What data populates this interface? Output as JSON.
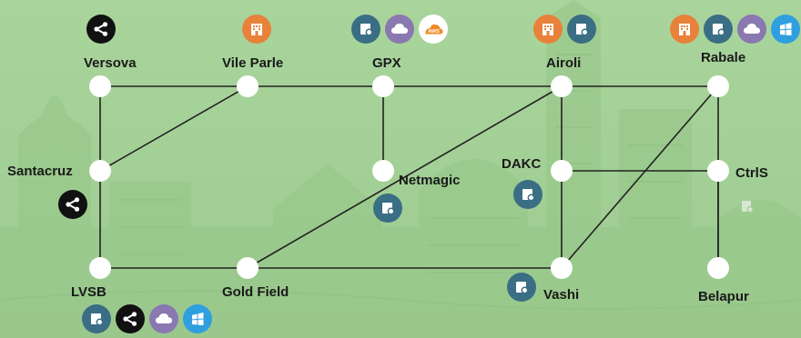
{
  "colors": {
    "background": "#a5d297",
    "edge": "#222222",
    "node": "#ffffff",
    "icon_orange": "#e8813a",
    "icon_teal": "#3a6e84",
    "icon_purple": "#8a78b0",
    "icon_black": "#111111",
    "icon_blue": "#2f9fe0",
    "icon_faint": "#d8e6d4"
  },
  "nodes": [
    {
      "id": "versova",
      "label": "Versova",
      "icons": [
        "share-icon"
      ]
    },
    {
      "id": "vileparle",
      "label": "Vile Parle",
      "icons": [
        "building-icon"
      ]
    },
    {
      "id": "gpx",
      "label": "GPX",
      "icons": [
        "server-icon",
        "cloud-icon",
        "aws-icon"
      ]
    },
    {
      "id": "airoli",
      "label": "Airoli",
      "icons": [
        "building-icon",
        "server-icon"
      ]
    },
    {
      "id": "rabale",
      "label": "Rabale",
      "icons": [
        "building-icon",
        "server-icon",
        "cloud-icon",
        "windows-icon"
      ]
    },
    {
      "id": "santacruz",
      "label": "Santacruz",
      "icons": [
        "share-icon"
      ]
    },
    {
      "id": "netmagic",
      "label": "Netmagic",
      "icons": [
        "server-icon"
      ]
    },
    {
      "id": "dakc",
      "label": "DAKC",
      "icons": [
        "server-icon"
      ]
    },
    {
      "id": "ctrls",
      "label": "CtrlS",
      "icons": [
        "server-icon-faint"
      ]
    },
    {
      "id": "lvsb",
      "label": "LVSB",
      "icons": [
        "server-icon",
        "share-icon",
        "cloud-icon",
        "windows-icon"
      ]
    },
    {
      "id": "goldfield",
      "label": "Gold Field",
      "icons": []
    },
    {
      "id": "vashi",
      "label": "Vashi",
      "icons": [
        "server-icon"
      ]
    },
    {
      "id": "belapur",
      "label": "Belapur",
      "icons": []
    }
  ],
  "aws_text": "AWS",
  "edges": [
    [
      "versova",
      "rabale"
    ],
    [
      "versova",
      "lvsb"
    ],
    [
      "vileparle",
      "santacruz"
    ],
    [
      "gpx",
      "netmagic"
    ],
    [
      "airoli",
      "goldfield"
    ],
    [
      "airoli",
      "vashi"
    ],
    [
      "rabale",
      "vashi"
    ],
    [
      "rabale",
      "belapur"
    ],
    [
      "dakc",
      "ctrls"
    ],
    [
      "ctrls",
      "belapur"
    ],
    [
      "lvsb",
      "vashi"
    ]
  ]
}
